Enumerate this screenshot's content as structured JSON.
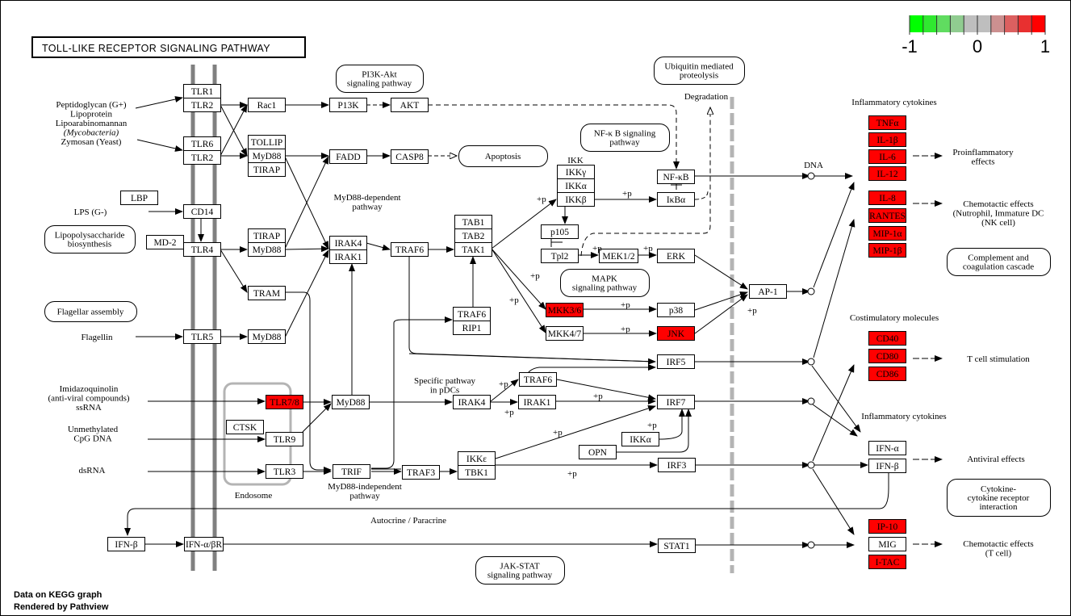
{
  "title": "TOLL-LIKE RECEPTOR SIGNALING PATHWAY",
  "footer": [
    "Data on KEGG graph",
    "Rendered by Pathview"
  ],
  "legend": {
    "colors": [
      "#00ff00",
      "#30e830",
      "#60dc60",
      "#90cc90",
      "#bebebe",
      "#bebebe",
      "#cc9090",
      "#dc6060",
      "#e83030",
      "#ff0000"
    ],
    "tick_labels": [
      "-1",
      "0",
      "1"
    ],
    "range": [
      -1,
      1
    ]
  },
  "colors": {
    "up": "#ff0000",
    "none": "#ffffff",
    "membrane": "#808080",
    "endosome": "#b4b4b4",
    "nucleus_border": "#b4b4b4"
  },
  "genes": {
    "TLR1": {
      "label": "TLR1",
      "value": null
    },
    "TLR2a": {
      "label": "TLR2",
      "value": null
    },
    "TLR6": {
      "label": "TLR6",
      "value": null
    },
    "TLR2b": {
      "label": "TLR2",
      "value": null
    },
    "LBP": {
      "label": "LBP",
      "value": null
    },
    "CD14": {
      "label": "CD14",
      "value": null
    },
    "MD2": {
      "label": "MD-2",
      "value": null
    },
    "TLR4": {
      "label": "TLR4",
      "value": null
    },
    "TLR5": {
      "label": "TLR5",
      "value": null
    },
    "TLR78": {
      "label": "TLR7/8",
      "value": 1
    },
    "CTSK": {
      "label": "CTSK",
      "value": null
    },
    "TLR9": {
      "label": "TLR9",
      "value": null
    },
    "TLR3": {
      "label": "TLR3",
      "value": null
    },
    "IFNB_L": {
      "label": "IFN-β",
      "value": null
    },
    "IFNABR": {
      "label": "IFN-α/βR",
      "value": null
    },
    "Rac1": {
      "label": "Rac1",
      "value": null
    },
    "TOLLIP": {
      "label": "TOLLIP",
      "value": null
    },
    "MyD88a": {
      "label": "MyD88",
      "value": null
    },
    "TIRAPa": {
      "label": "TIRAP",
      "value": null
    },
    "TIRAPb": {
      "label": "TIRAP",
      "value": null
    },
    "MyD88b": {
      "label": "MyD88",
      "value": null
    },
    "TRAM": {
      "label": "TRAM",
      "value": null
    },
    "MyD88c": {
      "label": "MyD88",
      "value": null
    },
    "MyD88d": {
      "label": "MyD88",
      "value": null
    },
    "TRIF": {
      "label": "TRIF",
      "value": null
    },
    "PI3K": {
      "label": "P13K",
      "value": null
    },
    "AKT": {
      "label": "AKT",
      "value": null
    },
    "FADD": {
      "label": "FADD",
      "value": null
    },
    "CASP8": {
      "label": "CASP8",
      "value": null
    },
    "IRAK4a": {
      "label": "IRAK4",
      "value": null
    },
    "IRAK1a": {
      "label": "IRAK1",
      "value": null
    },
    "TRAF6a": {
      "label": "TRAF6",
      "value": null
    },
    "TAB1": {
      "label": "TAB1",
      "value": null
    },
    "TAB2": {
      "label": "TAB2",
      "value": null
    },
    "TAK1": {
      "label": "TAK1",
      "value": null
    },
    "TRAF6b": {
      "label": "TRAF6",
      "value": null
    },
    "RIP1": {
      "label": "RIP1",
      "value": null
    },
    "IKKg": {
      "label": "IKKγ",
      "value": null
    },
    "IKKa": {
      "label": "IKKα",
      "value": null
    },
    "IKKb": {
      "label": "IKKβ",
      "value": null
    },
    "p105": {
      "label": "p105",
      "value": null
    },
    "Tpl2": {
      "label": "Tpl2",
      "value": null
    },
    "MEK12": {
      "label": "MEK1/2",
      "value": null
    },
    "ERK": {
      "label": "ERK",
      "value": null
    },
    "NFKB": {
      "label": "NF-κB",
      "value": null
    },
    "IKBA": {
      "label": "IκBα",
      "value": null
    },
    "MKK36": {
      "label": "MKK3/6",
      "value": 1
    },
    "MKK47": {
      "label": "MKK4/7",
      "value": null
    },
    "p38": {
      "label": "p38",
      "value": null
    },
    "JNK": {
      "label": "JNK",
      "value": 1
    },
    "AP1": {
      "label": "AP-1",
      "value": null
    },
    "IRF5": {
      "label": "IRF5",
      "value": null
    },
    "TRAF6c": {
      "label": "TRAF6",
      "value": null
    },
    "IRAK4b": {
      "label": "IRAK4",
      "value": null
    },
    "IRAK1b": {
      "label": "IRAK1",
      "value": null
    },
    "IRF7": {
      "label": "IRF7",
      "value": null
    },
    "IKKa2": {
      "label": "IKKα",
      "value": null
    },
    "OPN": {
      "label": "OPN",
      "value": null
    },
    "IKKe": {
      "label": "IKKε",
      "value": null
    },
    "TBK1": {
      "label": "TBK1",
      "value": null
    },
    "TRAF3": {
      "label": "TRAF3",
      "value": null
    },
    "IRF3": {
      "label": "IRF3",
      "value": null
    },
    "STAT1": {
      "label": "STAT1",
      "value": null
    },
    "TNFa": {
      "label": "TNFα",
      "value": 1
    },
    "IL1b": {
      "label": "IL-1β",
      "value": 1
    },
    "IL6": {
      "label": "IL-6",
      "value": 1
    },
    "IL12": {
      "label": "IL-12",
      "value": 1
    },
    "IL8": {
      "label": "IL-8",
      "value": 1
    },
    "RANTES": {
      "label": "RANTES",
      "value": 1
    },
    "MIP1a": {
      "label": "MIP-1α",
      "value": 1
    },
    "MIP1b": {
      "label": "MIP-1β",
      "value": 1
    },
    "CD40": {
      "label": "CD40",
      "value": 1
    },
    "CD80": {
      "label": "CD80",
      "value": 1
    },
    "CD86": {
      "label": "CD86",
      "value": 1
    },
    "IFNa": {
      "label": "IFN-α",
      "value": null
    },
    "IFNb": {
      "label": "IFN-β",
      "value": null
    },
    "IP10": {
      "label": "IP-10",
      "value": 1
    },
    "MIG": {
      "label": "MIG",
      "value": null
    },
    "ITAC": {
      "label": "I-TAC",
      "value": 1
    }
  },
  "maps": {
    "pi3k": {
      "lines": [
        "PI3K-Akt",
        "signaling pathway"
      ]
    },
    "ubiq": {
      "lines": [
        "Ubiquitin mediated",
        "proteolysis"
      ]
    },
    "apoptosis": {
      "lines": [
        "Apoptosis"
      ]
    },
    "nfkb": {
      "lines": [
        "NF-κ B signaling",
        "pathway"
      ]
    },
    "lps": {
      "lines": [
        "Lipopolysaccharide",
        "biosynthesis"
      ]
    },
    "flag": {
      "lines": [
        "Flagellar assembly"
      ]
    },
    "mapk": {
      "lines": [
        "MAPK",
        "signaling pathway"
      ]
    },
    "jak": {
      "lines": [
        "JAK-STAT",
        "signaling pathway"
      ]
    },
    "compl": {
      "lines": [
        "Complement and",
        "coagulation cascade"
      ]
    },
    "cyto": {
      "lines": [
        "Cytokine-",
        "cytokine receptor",
        "interaction"
      ]
    }
  },
  "labels": {
    "ligand1": [
      "Peptidoglycan (G+)",
      "Lipoprotein",
      "Lipoarabinomannan",
      "(Mycobacteria)",
      "Zymosan (Yeast)"
    ],
    "lps": [
      "LPS (G-)"
    ],
    "flagellin": [
      "Flagellin"
    ],
    "imid": [
      "Imidazoquinolin",
      "(anti-viral compounds)",
      "ssRNA"
    ],
    "cpg": [
      "Unmethylated",
      "CpG DNA"
    ],
    "dsrna": [
      "dsRNA"
    ],
    "endosome": [
      "Endosome"
    ],
    "myd_dep": [
      "MyD88-dependent",
      "pathway"
    ],
    "myd_indep": [
      "MyD88-independent",
      "pathway"
    ],
    "pdc": [
      "Specific pathway",
      "in pDCs"
    ],
    "autocrine": [
      "Autocrine / Paracrine"
    ],
    "degradation": [
      "Degradation"
    ],
    "ikk": [
      "IKK"
    ],
    "dna": [
      "DNA"
    ],
    "infl1": [
      "Inflammatory cytokines"
    ],
    "costim": [
      "Costimulatory molecules"
    ],
    "infl2": [
      "Inflammatory cytokines"
    ],
    "proinf": [
      "Proinflammatory",
      "effects"
    ],
    "chemo1": [
      "Chemotactic effects",
      "(Nutrophil, Immature DC",
      "(NK cell)"
    ],
    "tcell": [
      "T cell stimulation"
    ],
    "antiviral": [
      "Antiviral effects"
    ],
    "chemo2": [
      "Chemotactic effects",
      "(T cell)"
    ],
    "p1": [
      "+p"
    ]
  }
}
